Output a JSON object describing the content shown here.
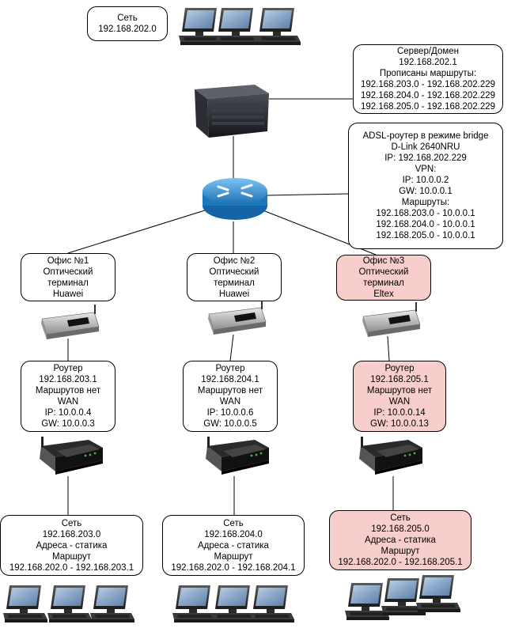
{
  "boxes": {
    "top_net": [
      "Сеть",
      "192.168.202.0"
    ],
    "server": [
      "Сервер/Домен",
      "192.168.202.1",
      "Прописаны маршруты:",
      "192.168.203.0 - 192.168.202.229",
      "192.168.204.0 - 192.168.202.229",
      "192.168.205.0 - 192.168.202.229"
    ],
    "adsl": [
      "ADSL-роутер в режиме bridge",
      "D-Link 2640NRU",
      "IP: 192.168.202.229",
      "VPN:",
      "IP: 10.0.0.2",
      "GW: 10.0.0.1",
      "Маршруты:",
      "192.168.203.0 - 10.0.0.1",
      "192.168.204.0 - 10.0.0.1",
      "192.168.205.0 - 10.0.0.1"
    ],
    "office1": [
      "Офис №1",
      "Оптический",
      "терминал",
      "Huawei"
    ],
    "office2": [
      "Офис №2",
      "Оптический",
      "терминал",
      "Huawei"
    ],
    "office3": [
      "Офис №3",
      "Оптический",
      "терминал",
      "Eltex"
    ],
    "router1": [
      "Роутер",
      "192.168.203.1",
      "Маршрутов нет",
      "WAN",
      "IP: 10.0.0.4",
      "GW: 10.0.0.3"
    ],
    "router2": [
      "Роутер",
      "192.168.204.1",
      "Маршрутов нет",
      "WAN",
      "IP: 10.0.0.6",
      "GW: 10.0.0.5"
    ],
    "router3": [
      "Роутер",
      "192.168.205.1",
      "Маршрутов нет",
      "WAN",
      "IP: 10.0.0.14",
      "GW: 10.0.0.13"
    ],
    "net1": [
      "Сеть",
      "192.168.203.0",
      "Адреса - статика",
      "Маршрут",
      "192.168.202.0 - 192.168.203.1"
    ],
    "net2": [
      "Сеть",
      "192.168.204.0",
      "Адреса - статика",
      "Маршрут",
      "192.168.202.0 - 192.168.204.1"
    ],
    "net3": [
      "Сеть",
      "192.168.205.0",
      "Адреса - статика",
      "Маршрут",
      "192.168.202.0 - 192.168.205.1"
    ]
  },
  "colors": {
    "highlight_fill": "#f8cecc",
    "highlight_stroke": "#b85450",
    "router_blue": "#2b8fd6"
  },
  "icons": {
    "workstation": "computer-icon",
    "server": "server-icon",
    "core_router": "router-icon",
    "optical_terminal": "optical-terminal-icon",
    "office_router": "wireless-router-icon"
  }
}
